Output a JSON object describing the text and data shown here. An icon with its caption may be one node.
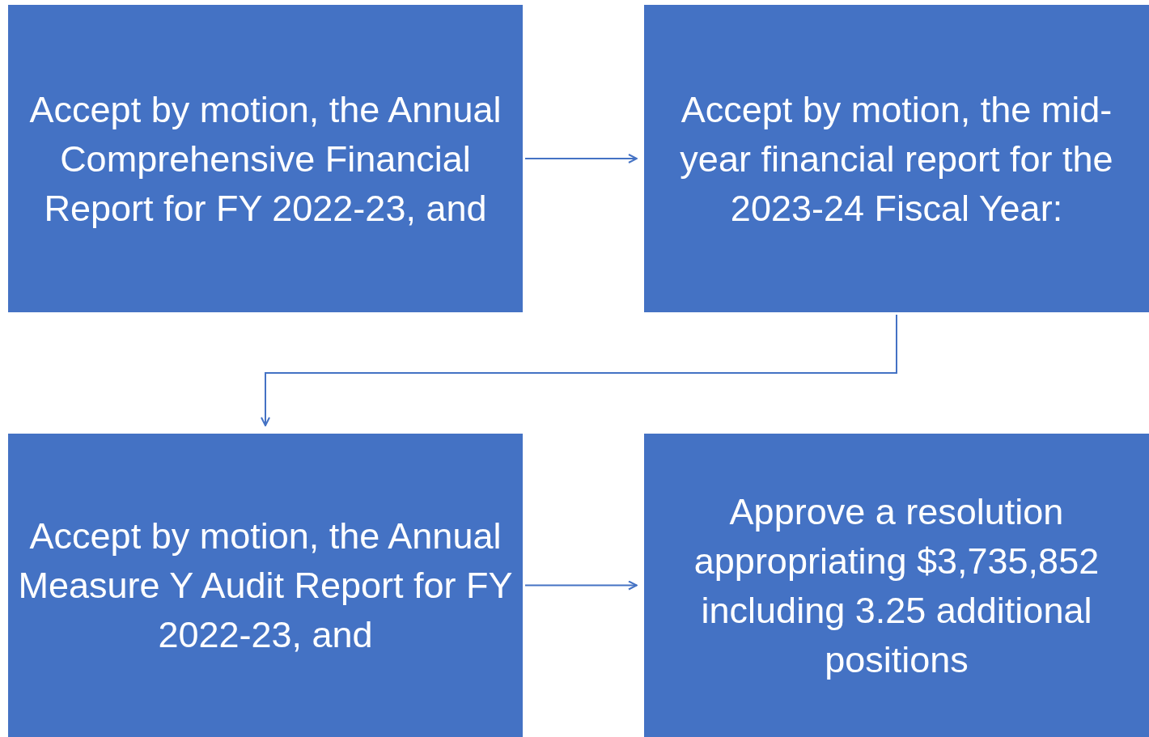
{
  "diagram": {
    "nodes": [
      {
        "text": [
          "Accept by motion, the Annual Comprehensive Financial Report for FY 2022-23, and"
        ]
      },
      {
        "text": [
          "Accept by motion, the mid-year financial report for the 2023-24 Fiscal Year:"
        ]
      },
      {
        "text": [
          "Accept by motion, the Annual Measure Y Audit Report for FY 2022-23, and"
        ]
      },
      {
        "text": [
          "Approve a resolution appropriating $3,735,852 including 3.25 additional positions"
        ]
      }
    ],
    "edges": [
      {
        "from": 0,
        "to": 1,
        "arrow": "to"
      },
      {
        "from": 1,
        "to": 2,
        "arrow": "to"
      },
      {
        "from": 2,
        "to": 3,
        "arrow": "to"
      }
    ]
  }
}
